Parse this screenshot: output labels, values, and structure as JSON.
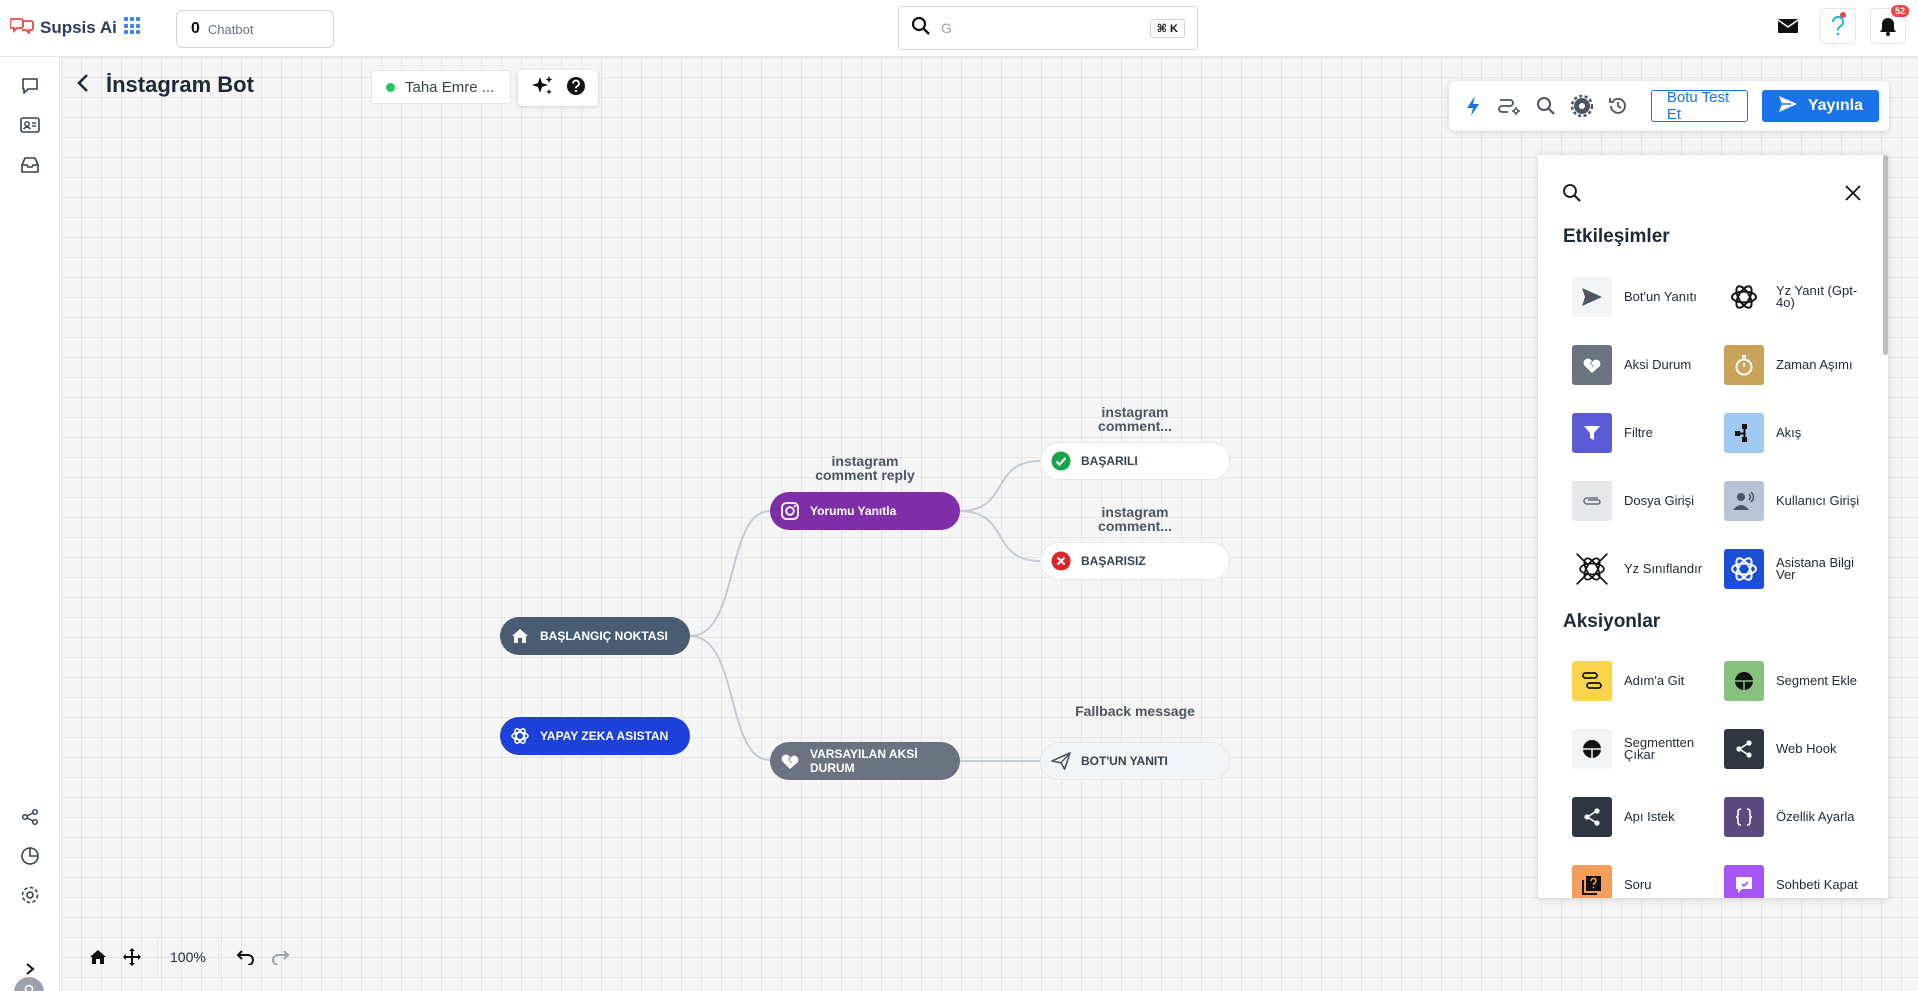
{
  "app": {
    "logo_text": "Supsis Ai"
  },
  "topbar": {
    "chatbot_count": "0",
    "chatbot_label": "Chatbot",
    "search_placeholder": "G",
    "search_shortcut": "⌘ K",
    "notification_count": "52"
  },
  "header": {
    "title": "İnstagram Bot",
    "user_name": "Taha Emre ..."
  },
  "toolbar": {
    "test_label": "Botu Test Et",
    "publish_label": "Yayınla"
  },
  "flow": {
    "nodes": {
      "start": "BAŞLANGIÇ NOKTASI",
      "ai_assistant": "YAPAY ZEKA ASISTAN",
      "reply_comment": "Yorumu Yanıtla",
      "success": "BAŞARILI",
      "fail": "BAŞARISIZ",
      "default_fallback": "VARSAYILAN AKSİ DURUM",
      "bot_reply": "BOT'UN YANITI"
    },
    "labels": {
      "reply_comment_line1": "instagram",
      "reply_comment_line2": "comment reply",
      "success_line1": "instagram",
      "success_line2": "comment...",
      "fail_line1": "instagram",
      "fail_line2": "comment...",
      "fallback": "Fallback message"
    }
  },
  "zoom": {
    "level": "100%"
  },
  "panel": {
    "search_placeholder": "",
    "section_interactions": "Etkileşimler",
    "interactions": [
      {
        "label": "Bot'un Yanıtı",
        "icon": "send-icon",
        "color": "#f3f4f6"
      },
      {
        "label": "Yz Yanıt (Gpt-4o)",
        "icon": "openai-icon",
        "color": "#ffffff"
      },
      {
        "label": "Aksi Durum",
        "icon": "broken-heart-icon",
        "color": "#6b7280"
      },
      {
        "label": "Zaman Aşımı",
        "icon": "stopwatch-icon",
        "color": "#c9a35b"
      },
      {
        "label": "Filtre",
        "icon": "filter-icon",
        "color": "#5b5bd6"
      },
      {
        "label": "Akış",
        "icon": "flow-icon",
        "color": "#9fc9f2"
      },
      {
        "label": "Dosya Girişi",
        "icon": "paperclip-icon",
        "color": "#e5e7eb"
      },
      {
        "label": "Kullanıcı Girişi",
        "icon": "user-voice-icon",
        "color": "#b8c4d6"
      },
      {
        "label": "Yz Sınıflandır",
        "icon": "openai-classify-icon",
        "color": "#ffffff"
      },
      {
        "label": "Asistana Bilgi Ver",
        "icon": "openai-icon",
        "color": "#1d4ed8"
      }
    ],
    "section_actions": "Aksiyonlar",
    "actions": [
      {
        "label": "Adım'a Git",
        "icon": "step-icon",
        "color": "#fcd34d"
      },
      {
        "label": "Segment Ekle",
        "icon": "segment-add-icon",
        "color": "#86c27d"
      },
      {
        "label": "Segmentten Çıkar",
        "icon": "segment-remove-icon",
        "color": "#f3f4f6"
      },
      {
        "label": "Web Hook",
        "icon": "share-icon",
        "color": "#2f3642"
      },
      {
        "label": "Apı Istek",
        "icon": "share-icon",
        "color": "#2f3642"
      },
      {
        "label": "Özellik Ayarla",
        "icon": "braces-icon",
        "color": "#5b4a80"
      },
      {
        "label": "Soru",
        "icon": "question-box-icon",
        "color": "#f59e5b"
      },
      {
        "label": "Sohbeti Kapat",
        "icon": "chat-close-icon",
        "color": "#a855f7"
      }
    ]
  }
}
